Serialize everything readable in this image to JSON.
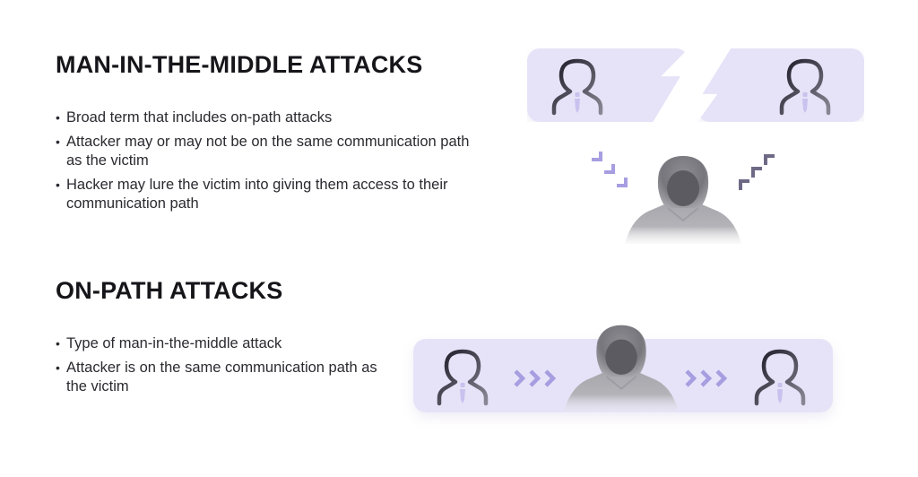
{
  "sections": [
    {
      "title": "MAN-IN-THE-MIDDLE ATTACKS",
      "bullets": [
        "Broad term that includes on-path attacks",
        "Attacker may or may not be on the same communication path as the victim",
        "Hacker may lure the victim into giving them access to their communication path"
      ]
    },
    {
      "title": "ON-PATH ATTACKS",
      "bullets": [
        "Type of man-in-the-middle attack",
        "Attacker is on the same communication path as the victim"
      ]
    }
  ],
  "diagram": {
    "top": {
      "nodes": [
        "victim-user-icon",
        "recipient-user-icon",
        "hooded-hacker-icon"
      ],
      "connection": "broken-link",
      "arrows": [
        "chevrons-down-right",
        "chevrons-up-right"
      ]
    },
    "bottom": {
      "nodes": [
        "victim-user-icon",
        "hooded-hacker-icon",
        "recipient-user-icon"
      ],
      "arrows": [
        "chevrons-right",
        "chevrons-right"
      ]
    }
  },
  "colors": {
    "panel_bg": "#e6e3f8",
    "chevron_light": "#a69ee0",
    "chevron_dark": "#6e6a86",
    "icon_stroke": "#24222e",
    "tie": "#c9c1ee",
    "heading": "#15151a",
    "text": "#2a2a30"
  }
}
